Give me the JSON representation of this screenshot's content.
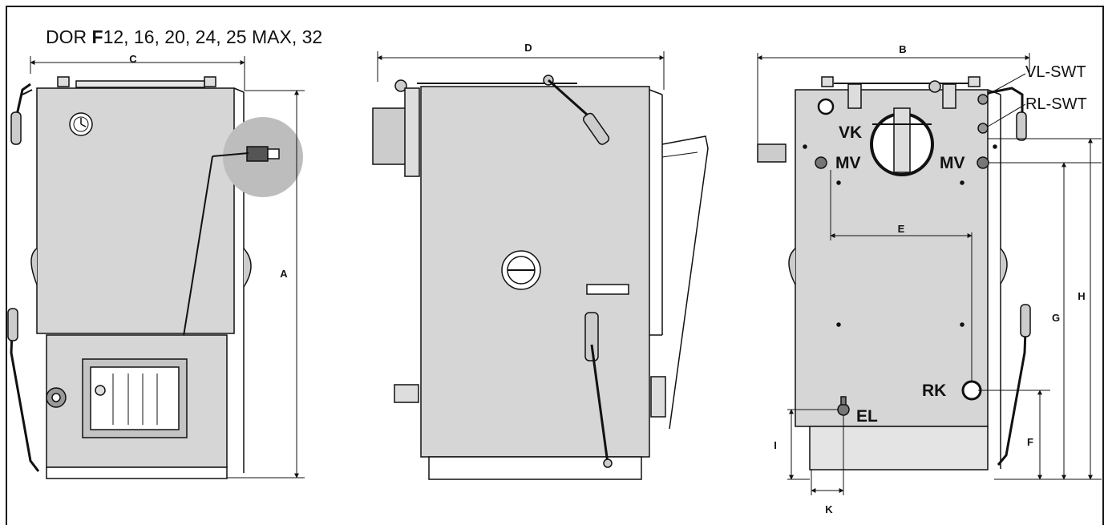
{
  "title": {
    "prefix": "DOR ",
    "bold": "F",
    "models": "12, 16, 20, 24, 25 MAX, 32"
  },
  "dimensions": {
    "a": "A",
    "b": "B",
    "c": "C",
    "d": "D",
    "e": "E",
    "f": "F",
    "g": "G",
    "h": "H",
    "i": "I",
    "k": "K"
  },
  "connections": {
    "vl_swt": "VL-SWT",
    "rl_swt": "RL-SWT",
    "vk": "VK",
    "mv_left": "MV",
    "mv_right": "MV",
    "rk": "RK",
    "el": "EL"
  },
  "colors": {
    "panel": "#d6d6d6",
    "door": "#c4c4c4",
    "line": "#111111",
    "highlight": "#bdbdbd"
  }
}
